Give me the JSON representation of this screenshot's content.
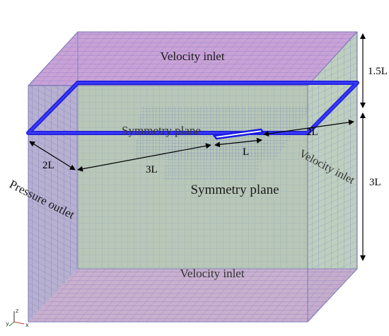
{
  "labels": {
    "top_face": "Velocity inlet",
    "bottom_face": "Velocity inlet",
    "right_face": "Velocity inlet",
    "left_face": "Pressure outlet",
    "upper_plane": "Symmetry plane",
    "lower_plane": "Symmetry plane"
  },
  "dimensions": {
    "upstream": "2L",
    "body_to_outlet": "3L",
    "body_length": "L",
    "downstream": "2L",
    "height_above": "1.5L",
    "height_below": "3L"
  },
  "axes": {
    "z": "z",
    "y": "y",
    "x": "x"
  },
  "colors": {
    "top_face": "#c9a2d6",
    "side_face": "#b9c9b8",
    "left_face": "#b7b0cf",
    "bottom_face": "#c7a8cd",
    "mesh_line": "#5a6fc4",
    "symmetry_frame": "#1b1be0",
    "body": "#ffffff"
  }
}
